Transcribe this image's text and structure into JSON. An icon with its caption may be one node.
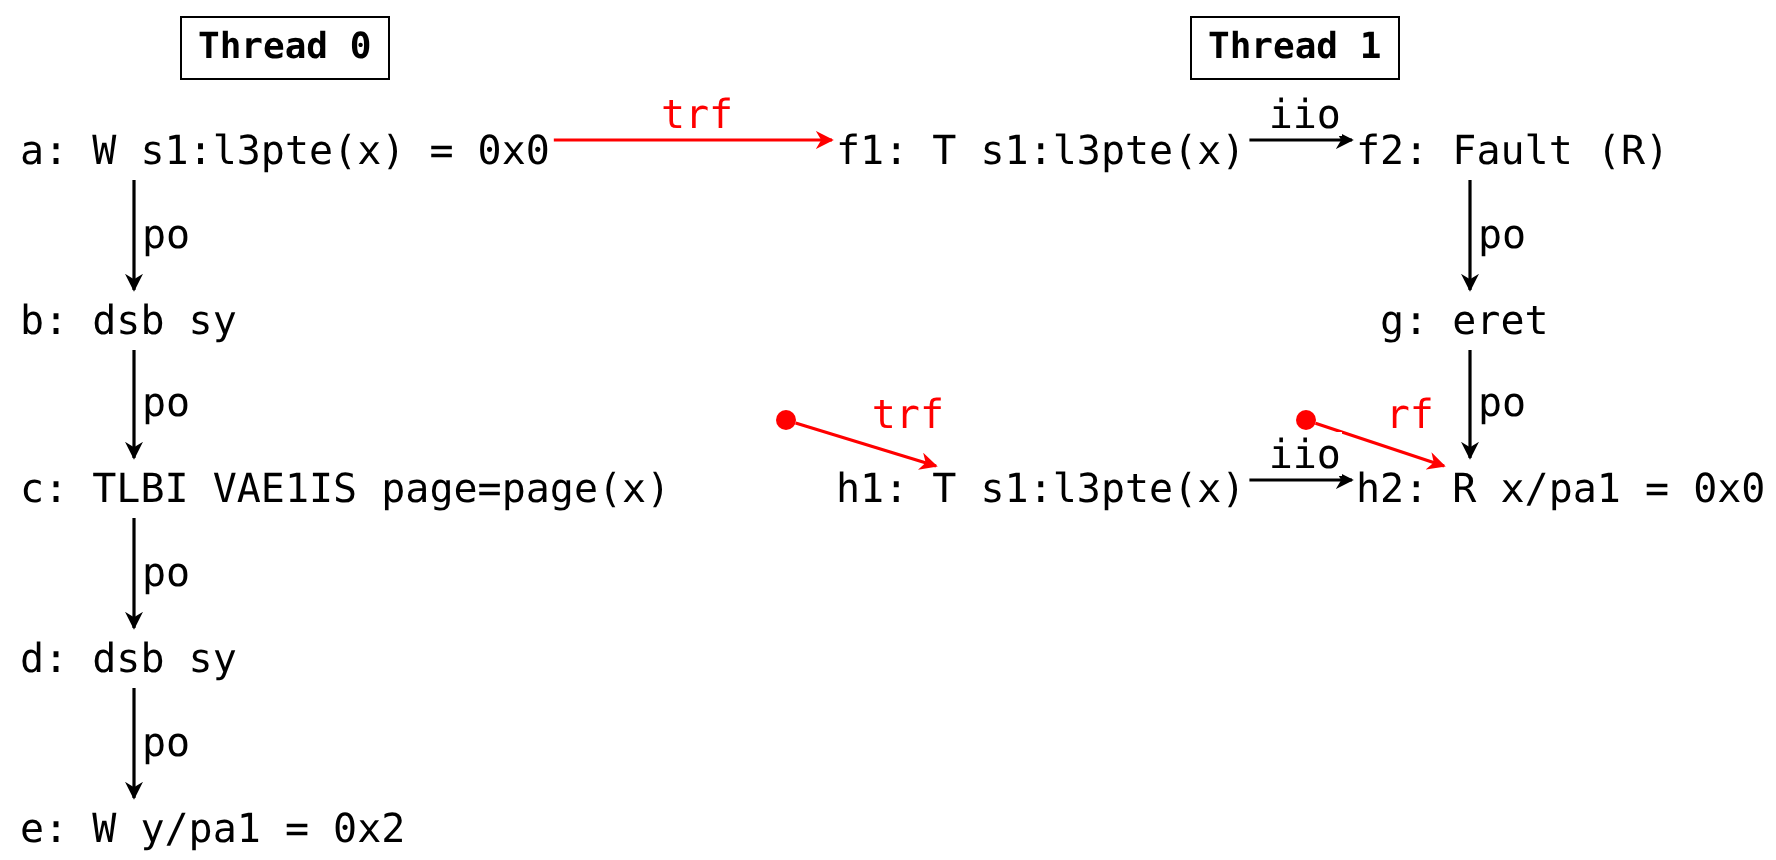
{
  "diagram": {
    "nodes": [
      {
        "text": [
          "Thread 0"
        ]
      },
      {
        "text": [
          "Thread 1"
        ]
      },
      {
        "text": [
          "a: W s1:l3pte(x) = 0x0"
        ]
      },
      {
        "text": [
          "f1: T s1:l3pte(x)"
        ]
      },
      {
        "text": [
          "f2: Fault (R)"
        ]
      },
      {
        "text": [
          "b: dsb sy"
        ]
      },
      {
        "text": [
          "g: eret"
        ]
      },
      {
        "text": [],
        "shape": "circle"
      },
      {
        "text": [],
        "shape": "circle"
      },
      {
        "text": [
          "c: TLBI VAE1IS page=page(x)"
        ]
      },
      {
        "text": [
          "h1: T s1:l3pte(x)"
        ]
      },
      {
        "text": [
          "h2: R x/pa1 = 0x0"
        ]
      },
      {
        "text": [
          "d: dsb sy"
        ]
      },
      {
        "text": [
          "e: W y/pa1 = 0x2"
        ]
      }
    ],
    "edges": [
      {
        "from": 2,
        "to": 3,
        "arrow": "to",
        "label": "trf",
        "color": "#ff0000"
      },
      {
        "from": 3,
        "to": 4,
        "arrow": "to",
        "label": "iio"
      },
      {
        "from": 2,
        "to": 5,
        "arrow": "to",
        "label": "po"
      },
      {
        "from": 4,
        "to": 6,
        "arrow": "to",
        "label": "po"
      },
      {
        "from": 7,
        "to": 10,
        "arrow": "to",
        "label": "trf",
        "color": "#ff0000"
      },
      {
        "from": 8,
        "to": 11,
        "arrow": "to",
        "label": "rf",
        "color": "#ff0000"
      },
      {
        "from": 5,
        "to": 9,
        "arrow": "to",
        "label": "po"
      },
      {
        "from": 6,
        "to": 11,
        "arrow": "to",
        "label": "po"
      },
      {
        "from": 10,
        "to": 11,
        "arrow": "to",
        "label": "iio"
      },
      {
        "from": 9,
        "to": 12,
        "arrow": "to",
        "label": "po"
      },
      {
        "from": 12,
        "to": 13,
        "arrow": "to",
        "label": "po"
      }
    ]
  }
}
